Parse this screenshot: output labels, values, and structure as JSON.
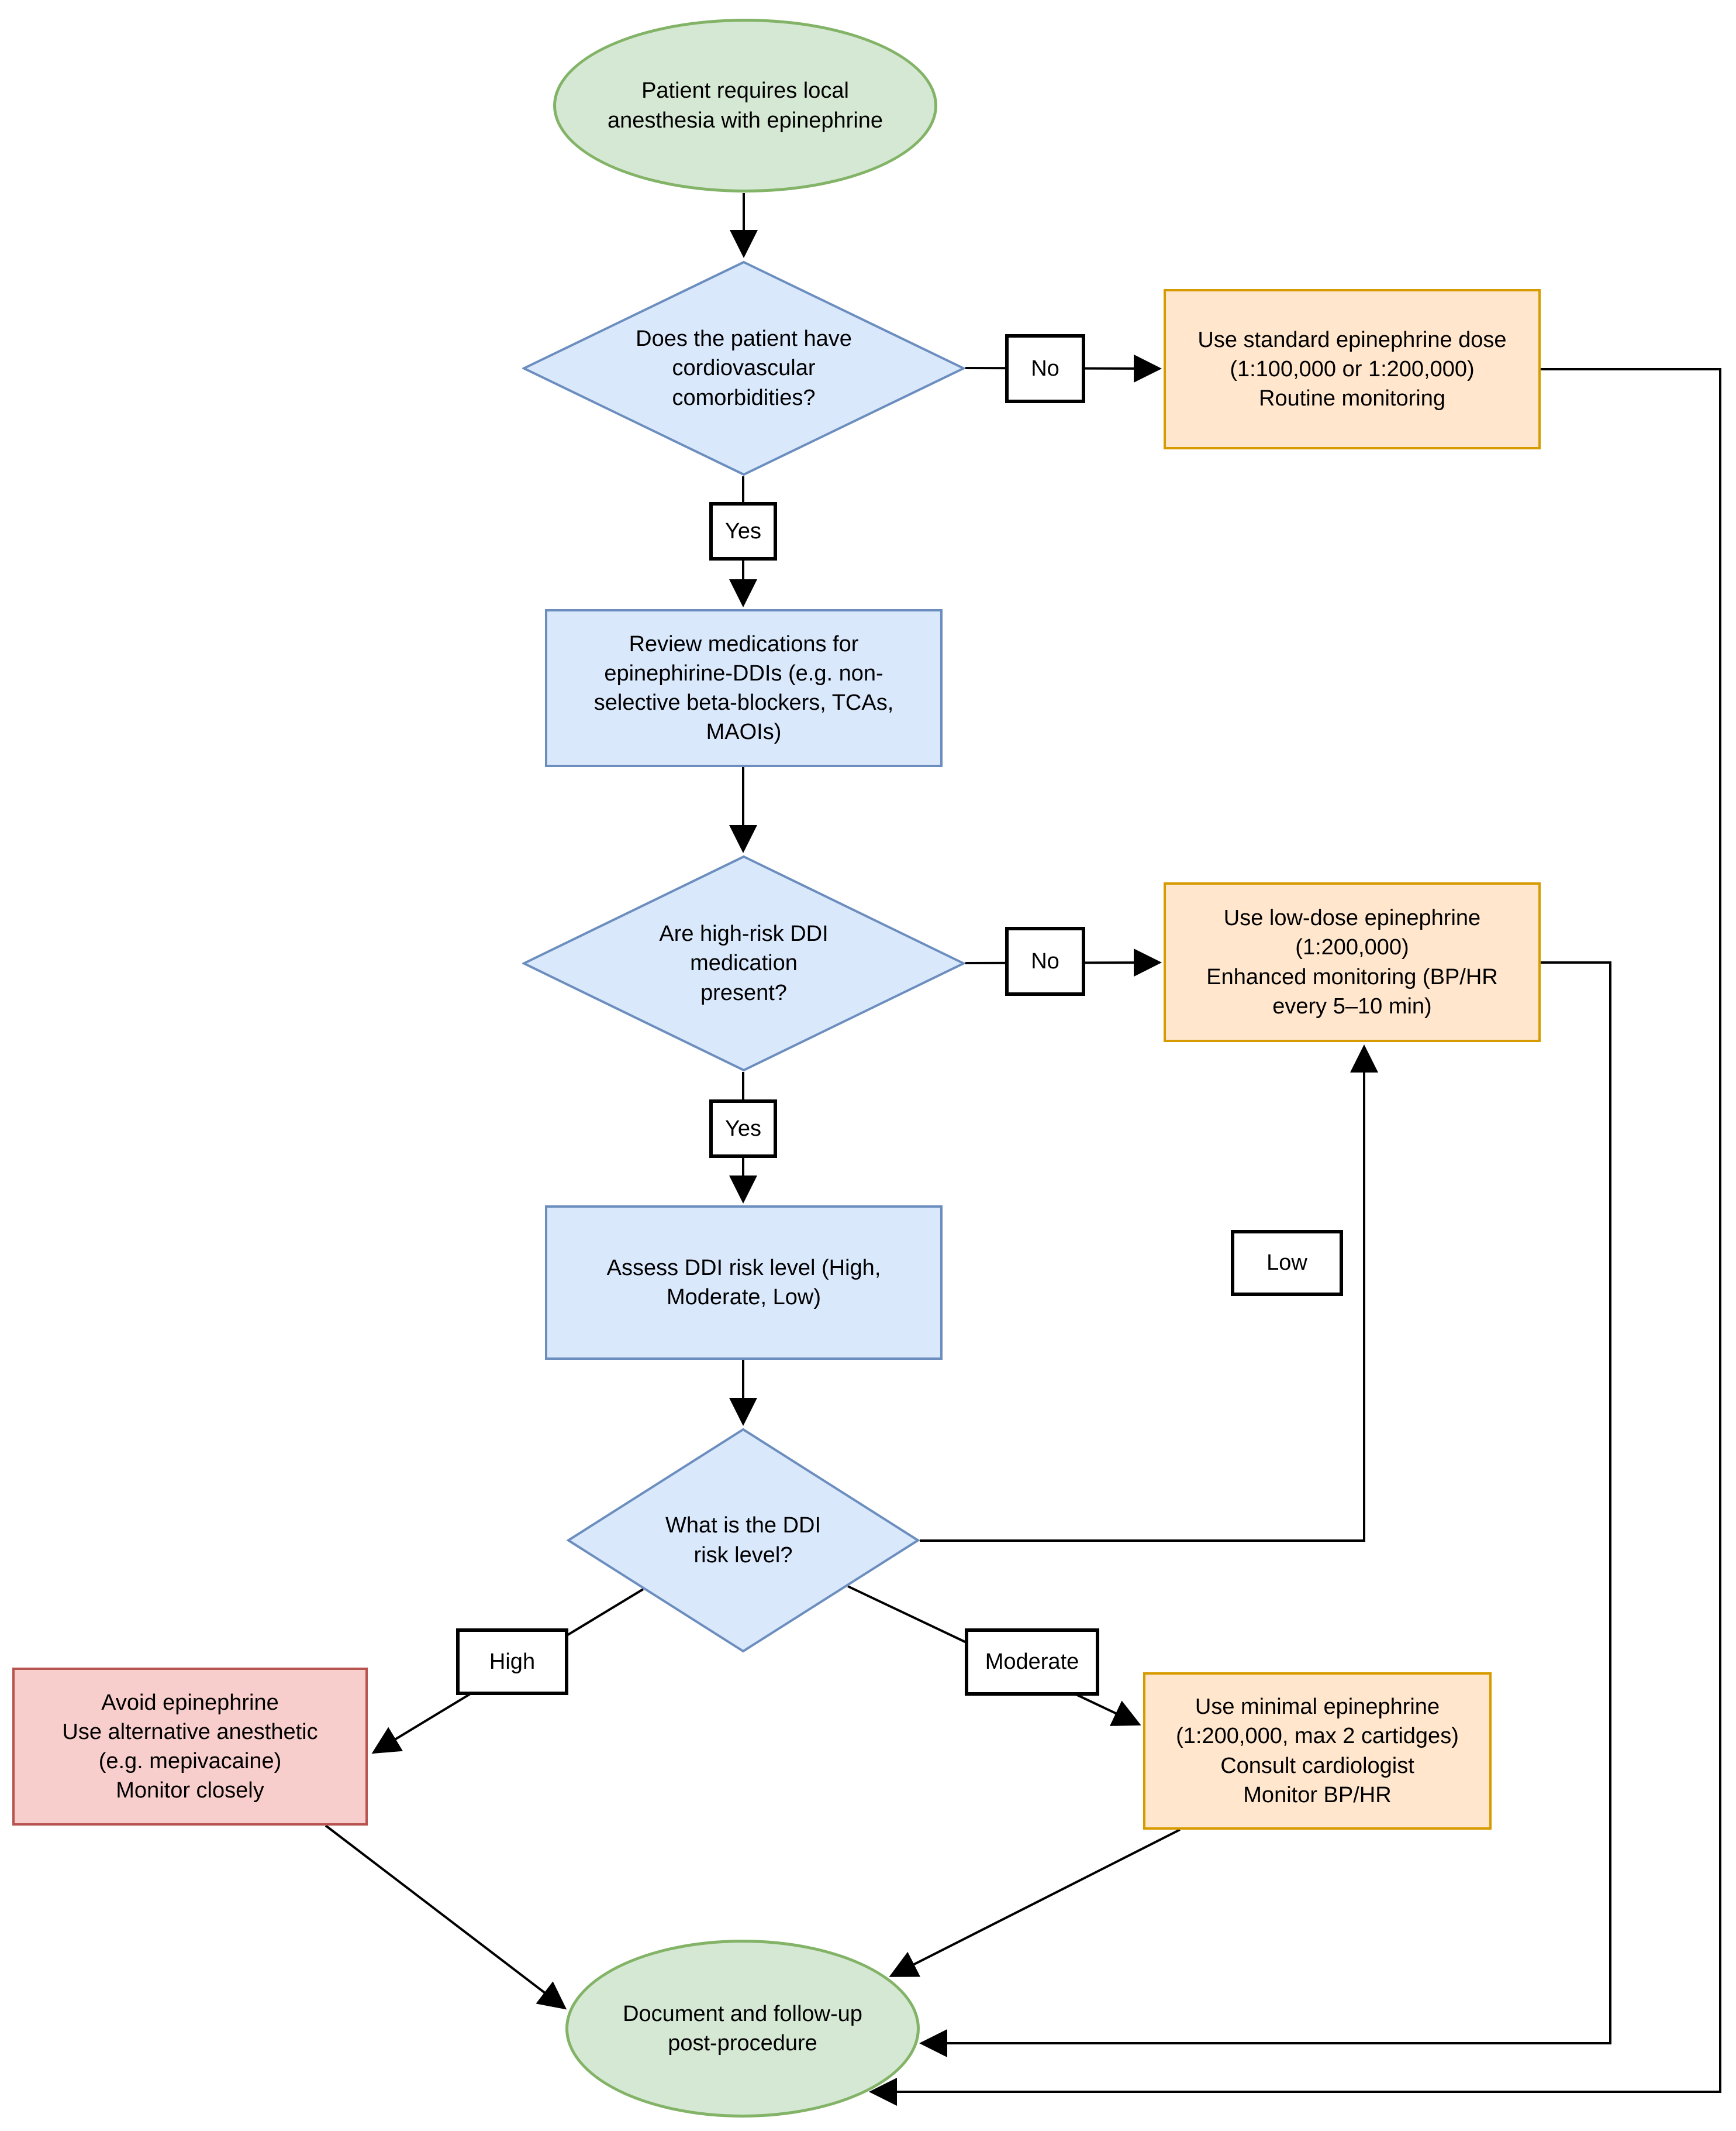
{
  "diagram": {
    "palette": {
      "green_fill": "#d5e8d4",
      "green_stroke": "#82b366",
      "blue_fill": "#dae8fc",
      "blue_stroke": "#6c8ebf",
      "orange_fill": "#ffe6cc",
      "orange_stroke": "#d79b00",
      "red_fill": "#f8cecc",
      "red_stroke": "#b85450",
      "label_fill": "#ffffff",
      "label_stroke": "#000000",
      "line_color": "#000000"
    },
    "nodes": {
      "start": {
        "shape": "ellipse",
        "color": "green",
        "text": "Patient requires local\nanesthesia with epinephrine"
      },
      "cardio_decision": {
        "shape": "diamond",
        "color": "blue",
        "text": "Does the patient have\ncordiovascular\ncomorbidities?"
      },
      "standard_dose": {
        "shape": "rect",
        "color": "orange",
        "text": "Use standard epinephrine dose\n(1:100,000 or 1:200,000)\nRoutine monitoring"
      },
      "review_meds": {
        "shape": "rect",
        "color": "blue",
        "text": "Review medications for\nepinephirine-DDIs (e.g. non-\nselective beta-blockers, TCAs,\nMAOIs)"
      },
      "ddi_present_decision": {
        "shape": "diamond",
        "color": "blue",
        "text": "Are high-risk DDI\nmedication\npresent?"
      },
      "low_dose": {
        "shape": "rect",
        "color": "orange",
        "text": "Use low-dose epinephrine\n(1:200,000)\nEnhanced monitoring (BP/HR\nevery 5–10 min)"
      },
      "assess_risk": {
        "shape": "rect",
        "color": "blue",
        "text": "Assess DDI risk level (High,\nModerate, Low)"
      },
      "risk_level_decision": {
        "shape": "diamond",
        "color": "blue",
        "text": "What is the DDI\nrisk level?"
      },
      "avoid_epinephrine": {
        "shape": "rect",
        "color": "red",
        "text": "Avoid epinephrine\nUse alternative anesthetic\n(e.g. mepivacaine)\nMonitor closely"
      },
      "minimal_dose": {
        "shape": "rect",
        "color": "orange",
        "text": "Use minimal epinephrine\n(1:200,000, max 2 cartidges)\nConsult cardiologist\nMonitor BP/HR"
      },
      "end": {
        "shape": "ellipse",
        "color": "green",
        "text": "Document and follow-up\npost-procedure"
      }
    },
    "edge_labels": {
      "no1": "No",
      "yes1": "Yes",
      "no2": "No",
      "yes2": "Yes",
      "low": "Low",
      "high": "High",
      "moderate": "Moderate"
    },
    "edges": [
      {
        "from": "start",
        "to": "cardio_decision",
        "label": ""
      },
      {
        "from": "cardio_decision",
        "to": "standard_dose",
        "label": "No"
      },
      {
        "from": "cardio_decision",
        "to": "review_meds",
        "label": "Yes"
      },
      {
        "from": "review_meds",
        "to": "ddi_present_decision",
        "label": ""
      },
      {
        "from": "ddi_present_decision",
        "to": "low_dose",
        "label": "No"
      },
      {
        "from": "ddi_present_decision",
        "to": "assess_risk",
        "label": "Yes"
      },
      {
        "from": "assess_risk",
        "to": "risk_level_decision",
        "label": ""
      },
      {
        "from": "risk_level_decision",
        "to": "low_dose",
        "label": "Low"
      },
      {
        "from": "risk_level_decision",
        "to": "avoid_epinephrine",
        "label": "High"
      },
      {
        "from": "risk_level_decision",
        "to": "minimal_dose",
        "label": "Moderate"
      },
      {
        "from": "avoid_epinephrine",
        "to": "end",
        "label": ""
      },
      {
        "from": "minimal_dose",
        "to": "end",
        "label": ""
      },
      {
        "from": "standard_dose",
        "to": "end",
        "label": ""
      },
      {
        "from": "low_dose",
        "to": "end",
        "label": ""
      }
    ]
  }
}
